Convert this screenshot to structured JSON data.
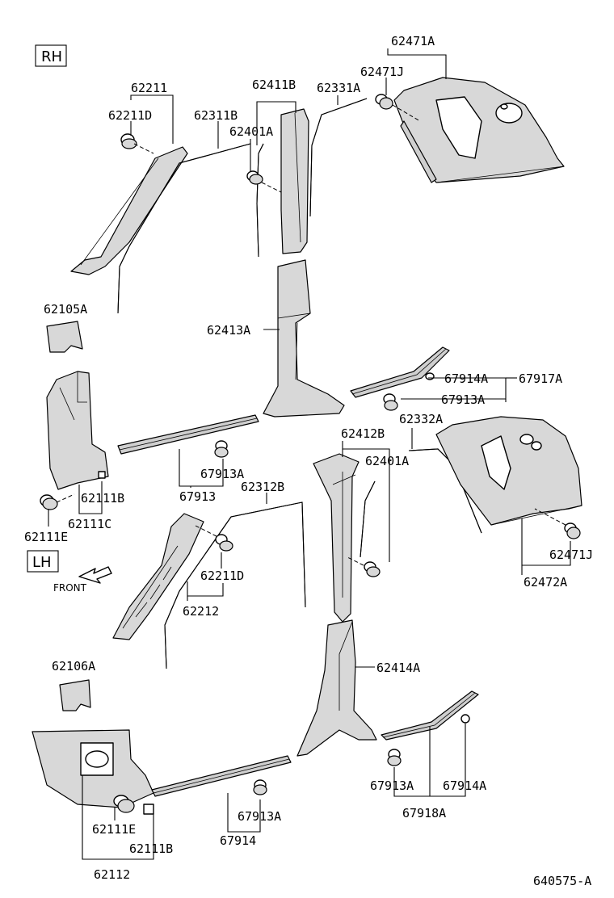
{
  "side_labels": {
    "right": "RH",
    "left": "LH"
  },
  "front_label": "FRONT",
  "diagram_code": "640575-A",
  "labels": {
    "l62211": "62211",
    "l62211D_top": "62211D",
    "l62311B": "62311B",
    "l62411B": "62411B",
    "l62401A_top": "62401A",
    "l62331A": "62331A",
    "l62471A": "62471A",
    "l62471J_top": "62471J",
    "l62105A": "62105A",
    "l62413A": "62413A",
    "l67914A_top": "67914A",
    "l67917A": "67917A",
    "l67913A_top": "67913A",
    "l62332A": "62332A",
    "l62412B": "62412B",
    "l62401A_mid": "62401A",
    "l67913A_mid": "67913A",
    "l67913": "67913",
    "l62312B": "62312B",
    "l62111B_top": "62111B",
    "l62111C": "62111C",
    "l62111E_top": "62111E",
    "l62211D_mid": "62211D",
    "l62212": "62212",
    "l62471J_mid": "62471J",
    "l62472A": "62472A",
    "l62106A": "62106A",
    "l62414A": "62414A",
    "l67913A_bot_r": "67913A",
    "l67914A_bot": "67914A",
    "l67918A": "67918A",
    "l62111E_bot": "62111E",
    "l62111B_bot": "62111B",
    "l67913A_bot_l": "67913A",
    "l67914": "67914",
    "l62112": "62112"
  }
}
